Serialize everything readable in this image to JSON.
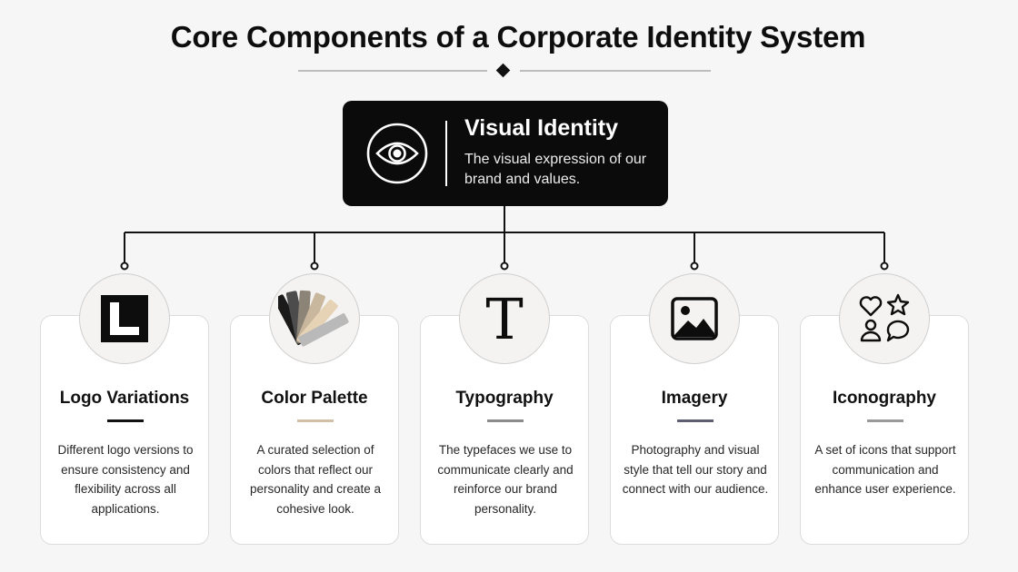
{
  "title": "Core Components of a Corporate Identity System",
  "hero": {
    "title": "Visual Identity",
    "description": "The visual expression of our brand and values.",
    "icon": "eye-icon"
  },
  "cards": [
    {
      "id": "logo",
      "title": "Logo Variations",
      "description": "Different logo versions to ensure consistency and flexibility across all applications.",
      "icon": "logo-l-icon",
      "accent": "#111111"
    },
    {
      "id": "color",
      "title": "Color Palette",
      "description": "A curated selection of colors that reflect our personality and create a cohesive look.",
      "icon": "color-swatches-icon",
      "accent": "#d2bfa5"
    },
    {
      "id": "type",
      "title": "Typography",
      "description": "The typefaces we use to communicate clearly and reinforce our brand personality.",
      "icon": "typography-t-icon",
      "glyph": "T",
      "accent": "#8c8c8c"
    },
    {
      "id": "imagery",
      "title": "Imagery",
      "description": "Photography and visual style that tell our story and connect with our audience.",
      "icon": "image-icon",
      "accent": "#5e5e72"
    },
    {
      "id": "icons",
      "title": "Iconography",
      "description": "A set of icons that support communication and enhance user experience.",
      "icon": "icon-set-icon",
      "accent": "#9a9a9a"
    }
  ]
}
